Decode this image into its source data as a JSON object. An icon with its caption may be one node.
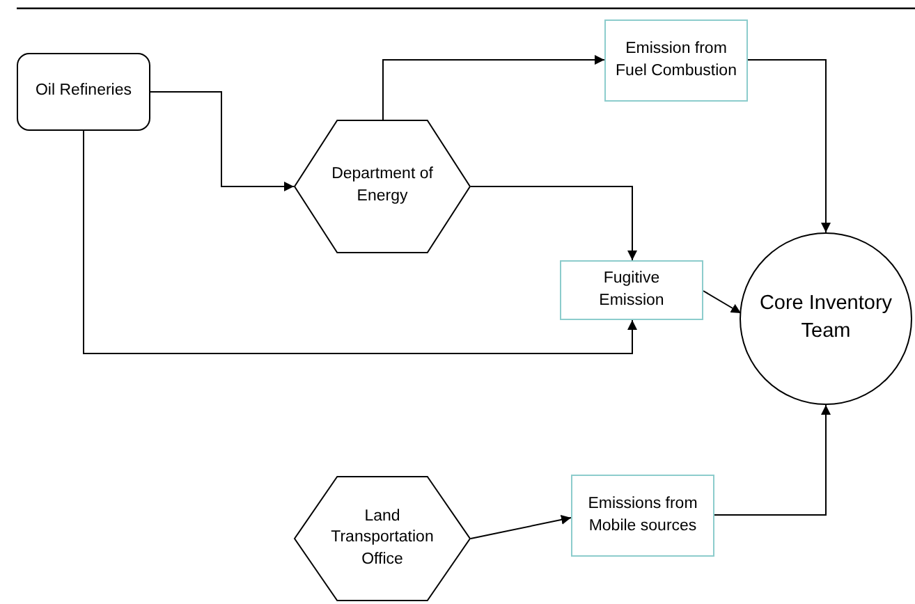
{
  "diagram": {
    "nodes": [
      {
        "text": [
          "Oil Refineries"
        ]
      },
      {
        "text": [
          "Department of Energy"
        ]
      },
      {
        "text": [
          "Emission from Fuel Combustion"
        ]
      },
      {
        "text": [
          "Fugitive Emission"
        ]
      },
      {
        "text": [
          "Core Inventory Team"
        ]
      },
      {
        "text": [
          "Land Transportation Office"
        ]
      },
      {
        "text": [
          "Emissions from Mobile sources"
        ]
      }
    ],
    "edges": [
      {
        "from": 0,
        "to": 1,
        "arrow": "to"
      },
      {
        "from": 1,
        "to": 2,
        "arrow": "to"
      },
      {
        "from": 1,
        "to": 3,
        "arrow": "to"
      },
      {
        "from": 0,
        "to": 3,
        "arrow": "to"
      },
      {
        "from": 2,
        "to": 4,
        "arrow": "to"
      },
      {
        "from": 3,
        "to": 4,
        "arrow": "to"
      },
      {
        "from": 5,
        "to": 6,
        "arrow": "to"
      },
      {
        "from": 6,
        "to": 4,
        "arrow": "to"
      }
    ]
  }
}
